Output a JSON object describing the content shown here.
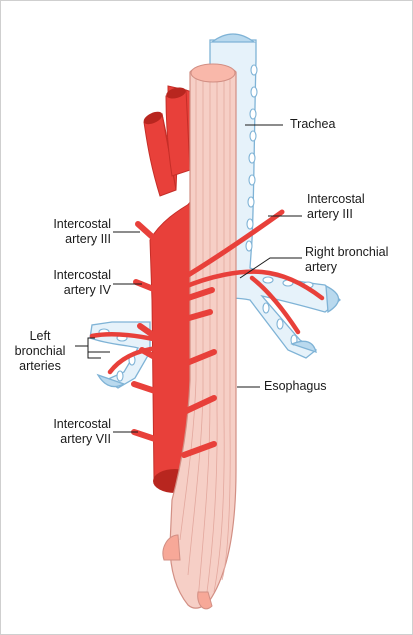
{
  "labels": {
    "trachea": "Trachea",
    "intercostal_iii_right": [
      "Intercostal",
      "artery III"
    ],
    "intercostal_iii_left": [
      "Intercostal",
      "artery III"
    ],
    "right_bronchial": [
      "Right bronchial",
      "artery"
    ],
    "intercostal_iv": [
      "Intercostal",
      "artery IV"
    ],
    "left_bronchial": [
      "Left",
      "bronchial",
      "arteries"
    ],
    "esophagus": "Esophagus",
    "intercostal_vii": [
      "Intercostal",
      "artery VII"
    ]
  },
  "colors": {
    "artery": "#e8403a",
    "artery_dark": "#c52e28",
    "trachea_fill": "#e6f2fa",
    "trachea_stroke": "#7fb3d6",
    "esophagus_fill": "#f6cfc6",
    "esophagus_stroke": "#d28f84"
  }
}
